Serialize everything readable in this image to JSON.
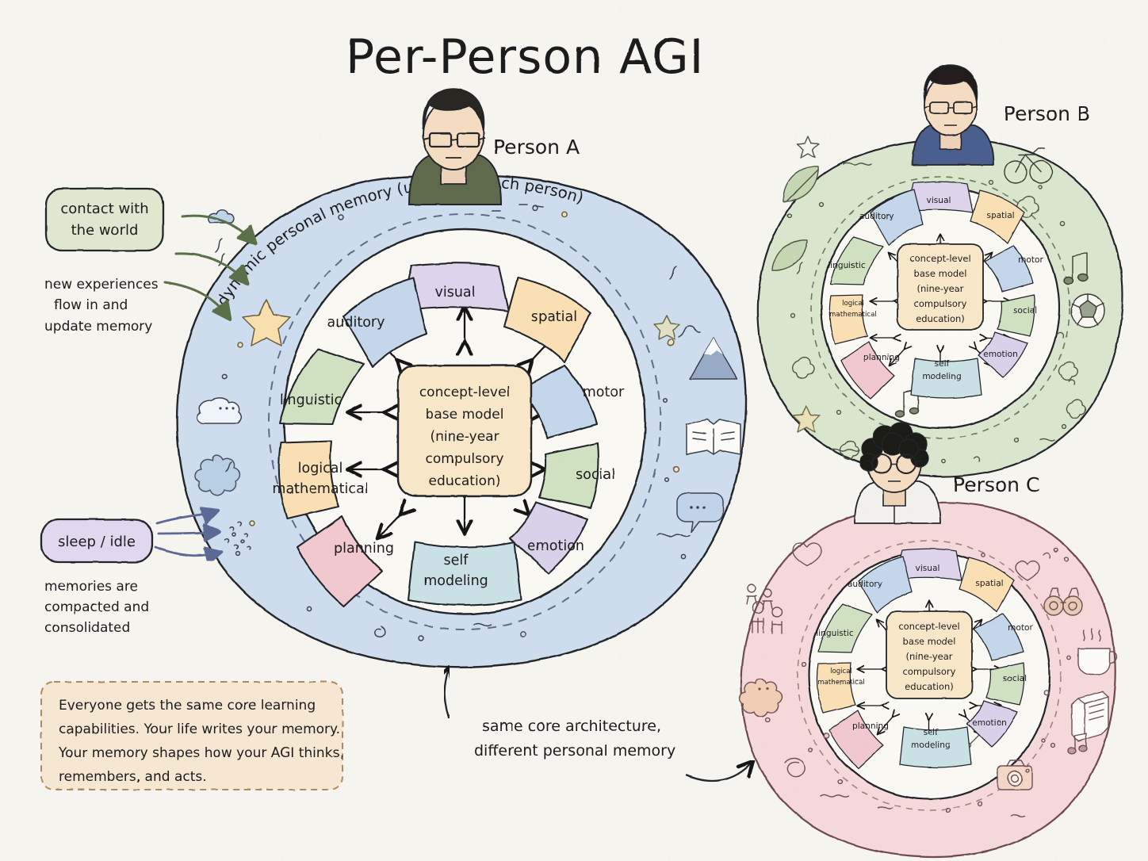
{
  "title": "Per-Person AGI",
  "background_color": "#f6f4ef",
  "capabilities": [
    {
      "name": "visual",
      "color": "#ddd4ec"
    },
    {
      "name": "spatial",
      "color": "#fadfb4"
    },
    {
      "name": "motor",
      "color": "#c3d6ea"
    },
    {
      "name": "social",
      "color": "#cfe1c0"
    },
    {
      "name": "emotion",
      "color": "#d9d0ea"
    },
    {
      "name": "self\nmodeling",
      "color": "#c9e0e4"
    },
    {
      "name": "planning",
      "color": "#f0c8ce"
    },
    {
      "name": "logical\nmathematical",
      "color": "#fadfb4"
    },
    {
      "name": "linguistic",
      "color": "#cfe1c0"
    },
    {
      "name": "auditory",
      "color": "#c3d6ea"
    }
  ],
  "core": {
    "color": "#f8e6c8",
    "lines": [
      "concept-level",
      "base model",
      "(nine-year",
      "compulsory",
      "education)"
    ]
  },
  "persons": [
    {
      "id": "A",
      "label": "Person A",
      "memory_color": "#cdddee",
      "memory_label": "dynamic personal memory (unique to each person)",
      "hair_color": "#2a2520",
      "shirt_color": "#5e6b4e",
      "glasses": "rectangular",
      "memory_icons": [
        "star-icon",
        "thought-bubble-icon",
        "flower-icon",
        "cloud-icon",
        "mountain-icon",
        "book-icon",
        "speech-bubble-icon",
        "squiggle-icon"
      ]
    },
    {
      "id": "B",
      "label": "Person B",
      "memory_color": "#d9e5cd",
      "hair_color": "#241f1b",
      "shirt_color": "#4c5f8f",
      "glasses": "rectangular",
      "memory_icons": [
        "leaf-icon",
        "bicycle-icon",
        "music-note-icon",
        "soccer-ball-icon",
        "star-icon",
        "blob-icon"
      ]
    },
    {
      "id": "C",
      "label": "Person C",
      "memory_color": "#f4d8da",
      "hair_color": "#1f1a17",
      "shirt_color": "#f2f0ec",
      "glasses": "round",
      "memory_icons": [
        "heart-icon",
        "people-icon",
        "binoculars-icon",
        "coffee-cup-icon",
        "book-icon",
        "camera-icon",
        "music-note-icon",
        "flower-icon",
        "balloon-icon"
      ]
    }
  ],
  "chips": [
    {
      "id": "contact",
      "label": "contact with\nthe world",
      "color": "#dfe8cf",
      "arrow_color": "#5a7048",
      "note": "new experiences\nflow in and\nupdate memory"
    },
    {
      "id": "sleep",
      "label": "sleep / idle",
      "color": "#e1d7ee",
      "arrow_color": "#5c6896",
      "note": "memories are\ncompacted and\nconsolidated"
    }
  ],
  "annotations": {
    "same_core": "same core architecture,\ndifferent personal memory"
  },
  "caption": {
    "color": "#f6e7d2",
    "lines": [
      "Everyone gets the same core learning",
      "capabilities. Your life writes your memory.",
      "Your memory shapes how your AGI thinks,",
      "remembers, and acts."
    ]
  }
}
